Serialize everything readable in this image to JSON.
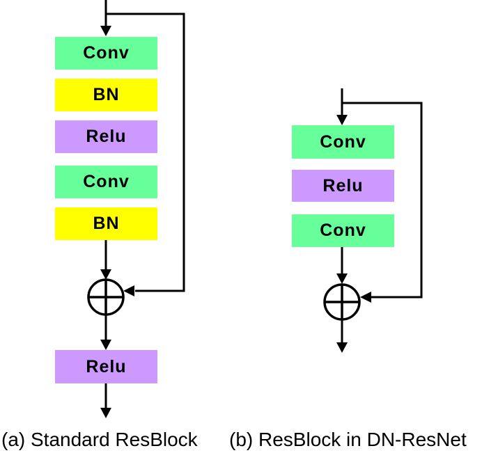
{
  "figure": {
    "type": "diagram",
    "description_icons": {
      "sum_junction": "circle-plus-icon",
      "arrow": "arrowhead-icon"
    },
    "palette": {
      "conv_green": "#66FF99",
      "bn_yellow": "#FFFF00",
      "relu_purple": "#CC99FF",
      "line_black": "#000000",
      "background": "#FFFFFF"
    }
  },
  "diagram_a": {
    "caption": "(a) Standard ResBlock",
    "blocks": [
      {
        "label": "Conv",
        "color": "#66FF99"
      },
      {
        "label": "BN",
        "color": "#FFFF00"
      },
      {
        "label": "Relu",
        "color": "#CC99FF"
      },
      {
        "label": "Conv",
        "color": "#66FF99"
      },
      {
        "label": "BN",
        "color": "#FFFF00"
      }
    ],
    "post_add_block": {
      "label": "Relu",
      "color": "#CC99FF"
    },
    "junction": "add"
  },
  "diagram_b": {
    "caption": "(b) ResBlock in DN-ResNet",
    "blocks": [
      {
        "label": "Conv",
        "color": "#66FF99"
      },
      {
        "label": "Relu",
        "color": "#CC99FF"
      },
      {
        "label": "Conv",
        "color": "#66FF99"
      }
    ],
    "junction": "add"
  }
}
